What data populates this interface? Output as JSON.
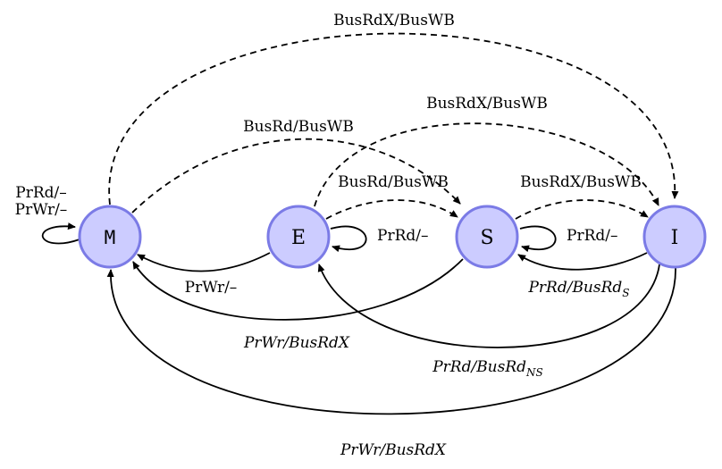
{
  "states": [
    {
      "id": "M",
      "label": "M"
    },
    {
      "id": "E",
      "label": "E"
    },
    {
      "id": "S",
      "label": "S"
    },
    {
      "id": "I",
      "label": "I"
    }
  ],
  "transitions": [
    {
      "from": "M",
      "to": "M",
      "label": "PrRd/–",
      "label2": "PrWr/–",
      "style": "solid"
    },
    {
      "from": "E",
      "to": "E",
      "label": "PrRd/–",
      "style": "solid"
    },
    {
      "from": "S",
      "to": "S",
      "label": "PrRd/–",
      "style": "solid"
    },
    {
      "from": "M",
      "to": "I",
      "label": "BusRdX/BusWB",
      "style": "dashed"
    },
    {
      "from": "M",
      "to": "S",
      "label": "BusRd/BusWB",
      "style": "dashed"
    },
    {
      "from": "E",
      "to": "I",
      "label": "BusRdX/BusWB",
      "style": "dashed"
    },
    {
      "from": "E",
      "to": "S",
      "label": "BusRd/BusWB",
      "style": "dashed"
    },
    {
      "from": "S",
      "to": "I",
      "label": "BusRdX/BusWB",
      "style": "dashed"
    },
    {
      "from": "E",
      "to": "M",
      "label": "PrWr/–",
      "style": "solid"
    },
    {
      "from": "I",
      "to": "S",
      "label": "PrRd/BusRd",
      "subscript": "S",
      "style": "solid"
    },
    {
      "from": "S",
      "to": "M",
      "label": "PrWr/BusRdX",
      "style": "solid"
    },
    {
      "from": "I",
      "to": "E",
      "label": "PrRd/BusRd",
      "subscript": "NS",
      "style": "solid"
    },
    {
      "from": "I",
      "to": "M",
      "label": "PrWr/BusRdX",
      "style": "solid"
    }
  ]
}
